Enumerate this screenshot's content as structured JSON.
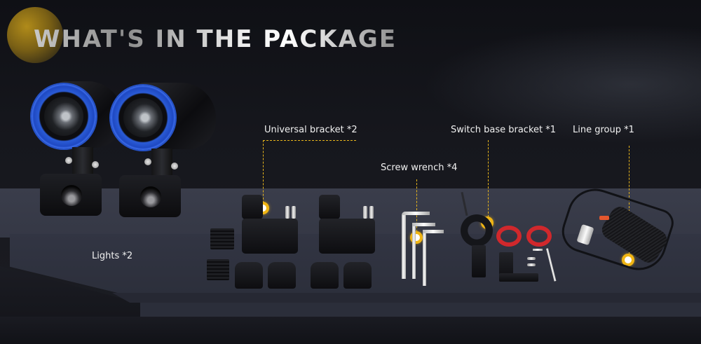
{
  "title": "WHAT'S IN THE PACKAGE",
  "accent_color": "#f0b514",
  "items": [
    {
      "label": "Lights *2",
      "icon": "led-light-pair"
    },
    {
      "label": "Universal bracket *2",
      "icon": "bracket-clamp"
    },
    {
      "label": "Screw wrench *4",
      "icon": "hex-wrench"
    },
    {
      "label": "Switch base bracket *1",
      "icon": "switch-bracket"
    },
    {
      "label": "Line group *1",
      "icon": "wiring-harness"
    }
  ]
}
